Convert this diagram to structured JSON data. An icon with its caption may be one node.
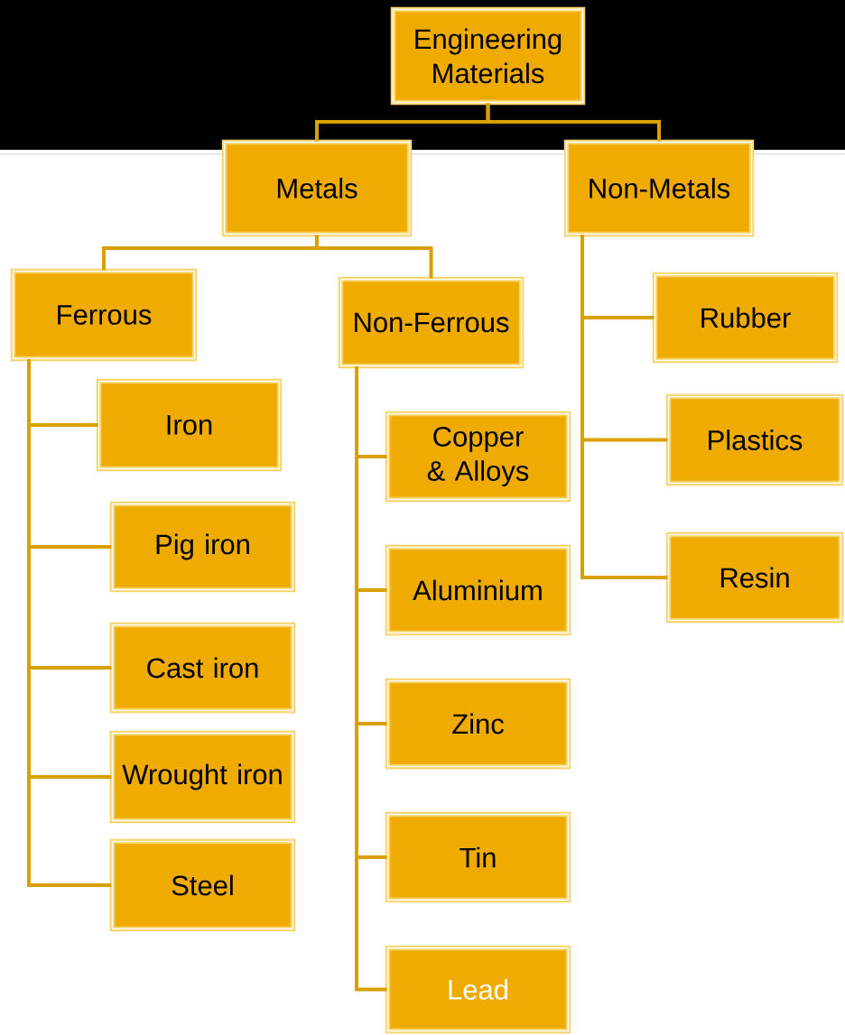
{
  "diagram": {
    "nodes": [
      {
        "text": [
          "Engineering Materials"
        ]
      },
      {
        "text": [
          "Metals"
        ]
      },
      {
        "text": [
          "Non-Metals"
        ]
      },
      {
        "text": [
          "Ferrous"
        ]
      },
      {
        "text": [
          "Non-Ferrous"
        ]
      },
      {
        "text": [
          "Iron"
        ]
      },
      {
        "text": [
          "Pig iron"
        ]
      },
      {
        "text": [
          "Cast iron"
        ]
      },
      {
        "text": [
          "Wrought iron"
        ]
      },
      {
        "text": [
          "Steel"
        ]
      },
      {
        "text": [
          "Copper & Alloys"
        ]
      },
      {
        "text": [
          "Aluminium"
        ]
      },
      {
        "text": [
          "Zinc"
        ]
      },
      {
        "text": [
          "Tin"
        ]
      },
      {
        "text": [
          "Lead"
        ]
      },
      {
        "text": [
          "Rubber"
        ]
      },
      {
        "text": [
          "Plastics"
        ]
      },
      {
        "text": [
          "Resin"
        ]
      }
    ],
    "edges": [
      {
        "from": 0,
        "to": 1,
        "arrow": "none"
      },
      {
        "from": 0,
        "to": 2,
        "arrow": "none"
      },
      {
        "from": 1,
        "to": 3,
        "arrow": "none"
      },
      {
        "from": 1,
        "to": 4,
        "arrow": "none"
      },
      {
        "from": 3,
        "to": 5,
        "arrow": "none"
      },
      {
        "from": 3,
        "to": 6,
        "arrow": "none"
      },
      {
        "from": 3,
        "to": 7,
        "arrow": "none"
      },
      {
        "from": 3,
        "to": 8,
        "arrow": "none"
      },
      {
        "from": 3,
        "to": 9,
        "arrow": "none"
      },
      {
        "from": 4,
        "to": 10,
        "arrow": "none"
      },
      {
        "from": 4,
        "to": 11,
        "arrow": "none"
      },
      {
        "from": 4,
        "to": 12,
        "arrow": "none"
      },
      {
        "from": 4,
        "to": 13,
        "arrow": "none"
      },
      {
        "from": 4,
        "to": 14,
        "arrow": "none"
      },
      {
        "from": 2,
        "to": 15,
        "arrow": "none"
      },
      {
        "from": 2,
        "to": 16,
        "arrow": "none"
      },
      {
        "from": 2,
        "to": 17,
        "arrow": "none"
      }
    ]
  }
}
